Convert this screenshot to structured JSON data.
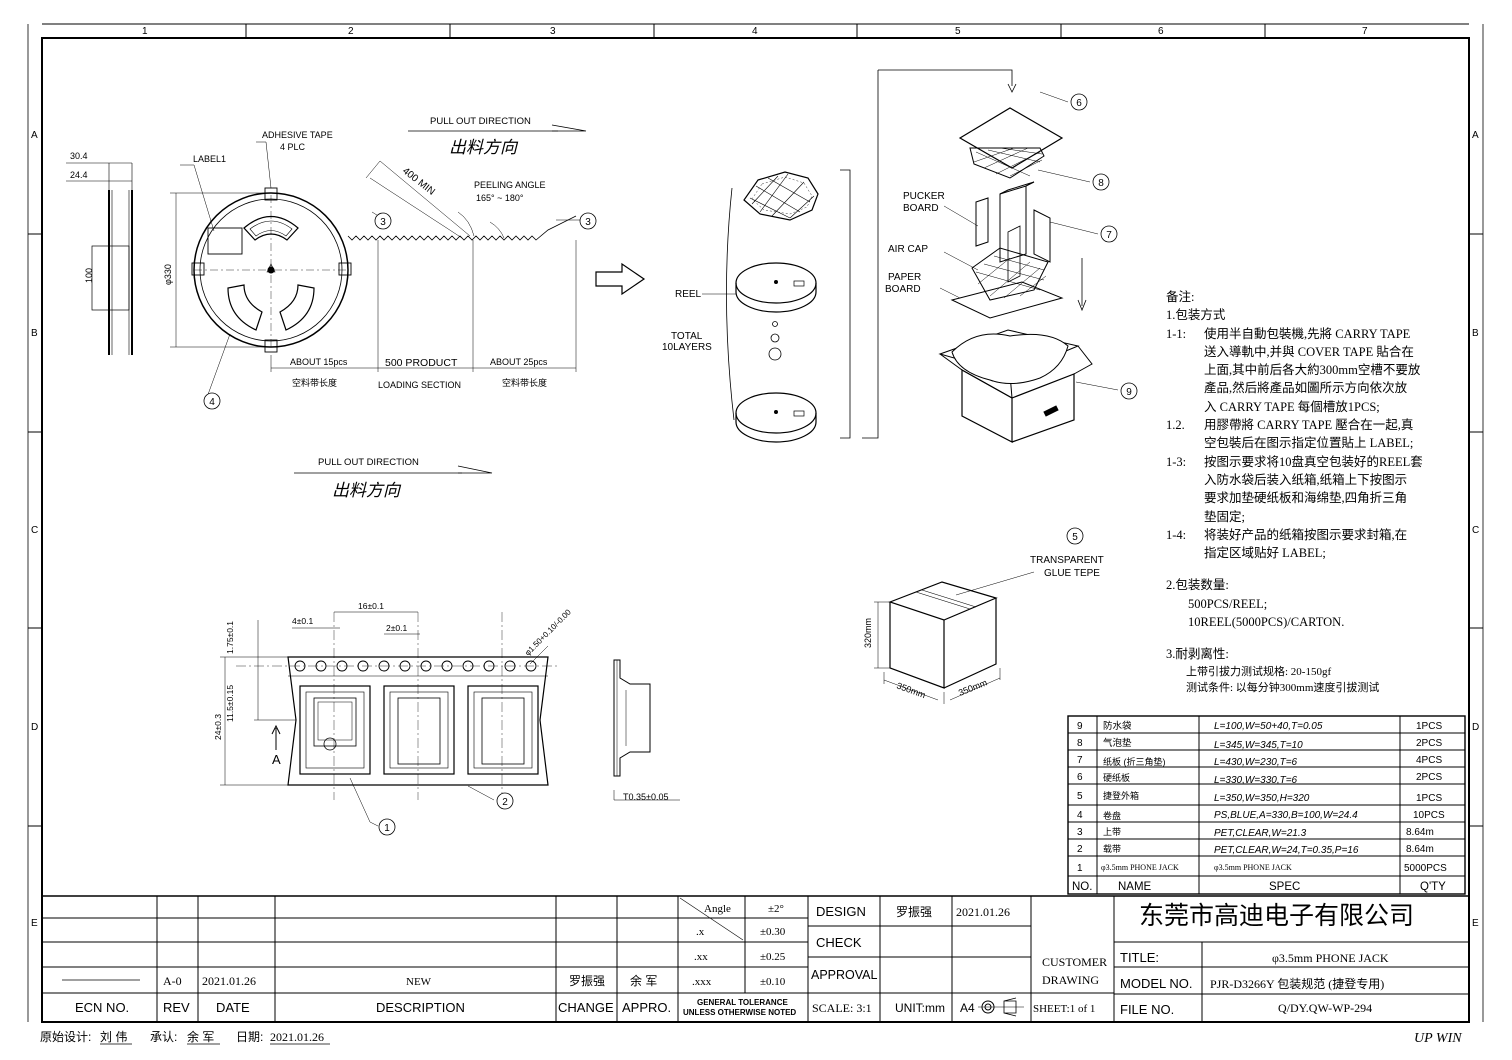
{
  "drawing": {
    "pull_out_en": "PULL OUT DIRECTION",
    "pull_out_cn": "出料方向",
    "adhesive_tape": "ADHESIVE TAPE",
    "adhesive_qty": "4 PLC",
    "label1": "LABEL1",
    "dim_304": "30.4",
    "dim_244": "24.4",
    "dim_100": "100",
    "dia_330": "φ330",
    "len_400": "400 MIN",
    "peel_title": "PEELING ANGLE",
    "peel_range": "165° ~ 180°",
    "about15": "ABOUT 15pcs",
    "product500": "500 PRODUCT",
    "about25": "ABOUT 25pcs",
    "empty_tape1": "空料带长度",
    "loading": "LOADING SECTION",
    "empty_tape2": "空料带长度",
    "reel": "REEL",
    "total": "TOTAL",
    "layers": "10LAYERS",
    "pucker": "PUCKER",
    "board": "BOARD",
    "air_cap": "AIR CAP",
    "paper": "PAPER",
    "board2": "BOARD",
    "transparent": "TRANSPARENT",
    "glue": "GLUE TEPE",
    "box_h": "320mm",
    "box_w1": "350mm",
    "box_w2": "350mm",
    "t_dim": "T0.35±0.05",
    "d16": "16±0.1",
    "d4": "4±0.1",
    "d2": "2±0.1",
    "d175": "1.75±0.1",
    "d115": "11.5±0.15",
    "d24": "24±0.3",
    "dhole": "φ1.50+0.10/-0.00",
    "sec_a": "A",
    "callouts": [
      "1",
      "2",
      "3",
      "3",
      "4",
      "5",
      "6",
      "7",
      "8",
      "9"
    ]
  },
  "notes": {
    "title": "备注:",
    "s1": "1.包装方式",
    "n11_num": "1-1:",
    "n11": [
      "使用半自動包裝機,先將 CARRY TAPE",
      "送入導軌中,并與 COVER TAPE 貼合在",
      "上面,其中前后各大約300mm空槽不要放",
      "產品,然后將產品如圖所示方向依次放",
      "入 CARRY TAPE 每個槽放1PCS;"
    ],
    "n12_num": "1.2.",
    "n12": [
      "用膠帶將 CARRY TAPE 壓合在一起,真",
      "空包裝后在图示指定位置貼上 LABEL;"
    ],
    "n13_num": "1-3:",
    "n13": [
      "按图示要求将10盘真空包装好的REEL套",
      "入防水袋后装入纸箱,纸箱上下按图示",
      "要求加垫硬纸板和海绵垫,四角折三角",
      "垫固定;"
    ],
    "n14_num": "1-4:",
    "n14": [
      "将装好产品的纸箱按图示要求封箱,在",
      "指定区域贴好 LABEL;"
    ],
    "s2": "2.包装数量:",
    "q1": "500PCS/REEL;",
    "q2": "10REEL(5000PCS)/CARTON.",
    "s3": "3.耐剥离性:",
    "p1": "上带引拔力测试规格: 20-150gf",
    "p2": "测试条件: 以每分钟300mm速度引拔测试"
  },
  "bom": {
    "headers": [
      "NO.",
      "NAME",
      "SPEC",
      "Q'TY"
    ],
    "rows": [
      [
        "9",
        "防水袋",
        "L=100,W=50+40,T=0.05",
        "1PCS"
      ],
      [
        "8",
        "气泡垫",
        "L=345,W=345,T=10",
        "2PCS"
      ],
      [
        "7",
        "纸板 (折三角垫)",
        "L=430,W=230,T=6",
        "4PCS"
      ],
      [
        "6",
        "硬纸板",
        "L=330,W=330,T=6",
        "2PCS"
      ],
      [
        "5",
        "捷登外箱",
        "L=350,W=350,H=320",
        "1PCS"
      ],
      [
        "4",
        "卷盘",
        "PS,BLUE,A=330,B=100,W=24.4",
        "10PCS"
      ],
      [
        "3",
        "上带",
        "PET,CLEAR,W=21.3",
        "8.64m"
      ],
      [
        "2",
        "载带",
        "PET,CLEAR,W=24,T=0.35,P=16",
        "8.64m"
      ],
      [
        "1",
        "φ3.5mm PHONE JACK",
        "φ3.5mm PHONE JACK",
        "5000PCS"
      ]
    ]
  },
  "title_block": {
    "rev_row": {
      "rev": "A-0",
      "date": "2021.01.26",
      "desc": "NEW",
      "change": "罗振强",
      "appro": "余 军"
    },
    "headers": {
      "ecn": "ECN NO.",
      "rev": "REV",
      "date": "DATE",
      "desc": "DESCRIPTION",
      "change": "CHANGE",
      "appro": "APPRO."
    },
    "tol": {
      "angle": "Angle",
      "angle_v": "±2°",
      "x": ".x",
      "x_v": "±0.30",
      "xx": ".xx",
      "xx_v": "±0.25",
      "xxx": ".xxx",
      "xxx_v": "±0.10",
      "gen1": "GENERAL TOLERANCE",
      "gen2": "UNLESS OTHERWISE NOTED"
    },
    "design": "DESIGN",
    "designer": "罗振强",
    "design_date": "2021.01.26",
    "check": "CHECK",
    "approval": "APPROVAL",
    "scale": "SCALE: 3:1",
    "unit": "UNIT:mm",
    "paper": "A4",
    "sheet": "SHEET:1 of 1",
    "customer": "CUSTOMER",
    "drawing": "DRAWING",
    "company": "东莞市高迪电子有限公司",
    "title_l": "TITLE:",
    "title_v": "φ3.5mm PHONE JACK",
    "model_l": "MODEL NO.",
    "model_v": "PJR-D3266Y 包装规范 (捷登专用)",
    "file_l": "FILE NO.",
    "file_v": "Q/DY.QW-WP-294"
  },
  "footer": {
    "orig_l": "原始设计:",
    "orig_v": "刘 伟",
    "appr_l": "承认:",
    "appr_v": "余 军",
    "date_l": "日期:",
    "date_v": "2021.01.26",
    "brand": "UP WIN"
  },
  "frame": {
    "cols": [
      "1",
      "2",
      "3",
      "4",
      "5",
      "6",
      "7"
    ],
    "rows": [
      "A",
      "B",
      "C",
      "D",
      "E"
    ]
  }
}
